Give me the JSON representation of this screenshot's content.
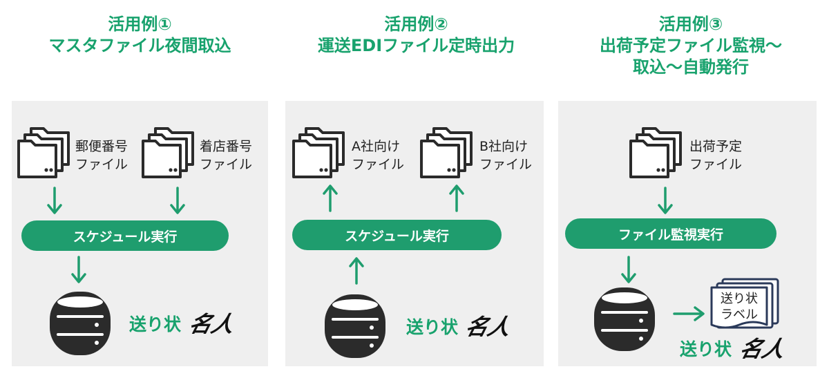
{
  "examples": [
    {
      "title_line1": "活用例①",
      "title_line2": "マスタファイル夜間取込",
      "files": [
        {
          "line1": "郵便番号",
          "line2": "ファイル"
        },
        {
          "line1": "着店番号",
          "line2": "ファイル"
        }
      ],
      "pill": "スケジュール実行",
      "brand": "送り状",
      "brand_sig": "名人"
    },
    {
      "title_line1": "活用例②",
      "title_line2": "運送EDIファイル定時出力",
      "files": [
        {
          "line1": "A社向け",
          "line2": "ファイル"
        },
        {
          "line1": "B社向け",
          "line2": "ファイル"
        }
      ],
      "pill": "スケジュール実行",
      "brand": "送り状",
      "brand_sig": "名人"
    },
    {
      "title_line1": "活用例③",
      "title_line2": "出荷予定ファイル監視～",
      "title_line3": "取込～自動発行",
      "files": [
        {
          "line1": "出荷予定",
          "line2": "ファイル"
        }
      ],
      "pill": "ファイル監視実行",
      "doc": {
        "line1": "送り状",
        "line2": "ラベル"
      },
      "brand": "送り状",
      "brand_sig": "名人"
    }
  ],
  "colors": {
    "accent": "#18a26d",
    "pill": "#1f9d6e",
    "panel": "#efefef",
    "icon": "#2b2b2b"
  }
}
